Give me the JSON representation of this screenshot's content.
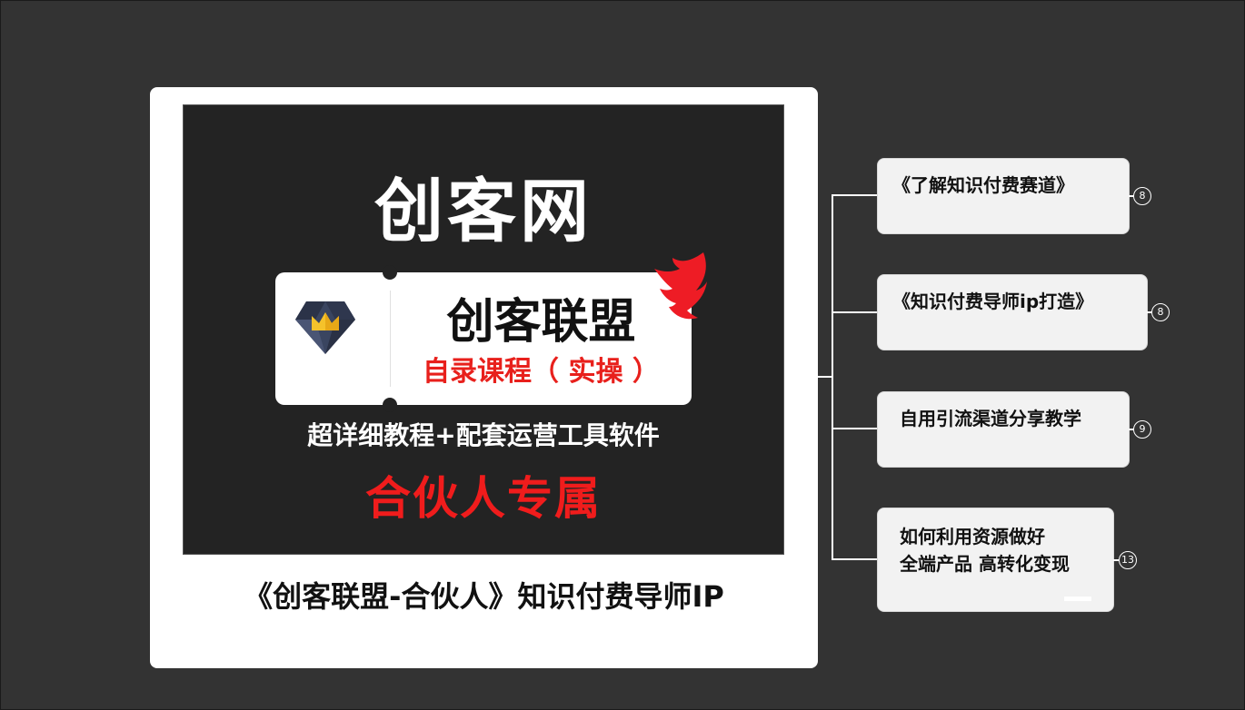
{
  "center": {
    "poster": {
      "title": "创客网",
      "ticket": {
        "icon": "diamond-crown-icon",
        "name": "创客联盟",
        "subtitle": "自录课程（ 实操 ）"
      },
      "flame_icon": "flame-icon",
      "tagline": "超详细教程+配套运营工具软件",
      "exclusive": "合伙人专属"
    },
    "caption": "《创客联盟-合伙人》知识付费导师IP"
  },
  "topics": [
    {
      "label": "《了解知识付费赛道》",
      "badge": "8"
    },
    {
      "label": "《知识付费导师ip打造》",
      "badge": "8"
    },
    {
      "label": "自用引流渠道分享教学",
      "badge": "9"
    },
    {
      "label_line1": "如何利用资源做好",
      "label_line2": "全端产品 高转化变现",
      "badge": "13"
    }
  ],
  "colors": {
    "background": "#333333",
    "card": "#ffffff",
    "poster": "#232323",
    "accent_red": "#f01c1c",
    "topic_fill": "#f2f2f2"
  }
}
